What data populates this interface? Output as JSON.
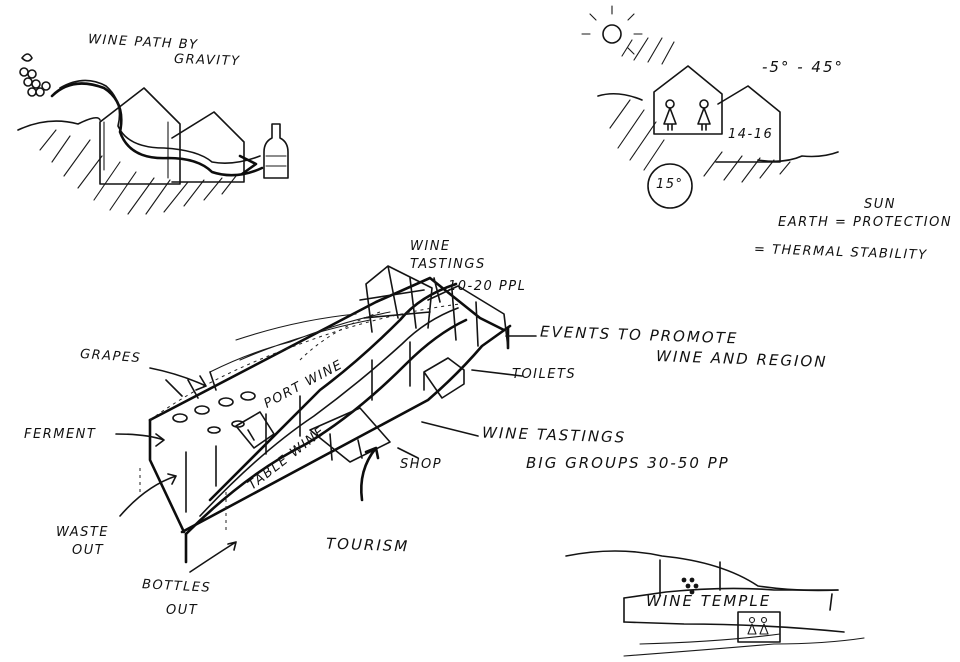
{
  "labels": {
    "wine_path": "WINE PATH BY",
    "gravity": "GRAVITY",
    "temp_range": "-5° - 45°",
    "inner_temp": "14-16",
    "ground_temp": "15°",
    "sun": "SUN",
    "earth": "EARTH = PROTECTION",
    "thermal": "= THERMAL STABILITY",
    "wine_tastings_top": "WINE",
    "tastings_top": "TASTINGS",
    "small_groups": "10-20 PPL",
    "events": "EVENTS TO PROMOTE",
    "events2": "WINE AND REGION",
    "grapes": "GRAPES",
    "toilets": "TOILETS",
    "ferment": "FERMENT",
    "wine_tastings": "WINE TASTINGS",
    "big_groups": "BIG GROUPS 30-50 PP",
    "shop": "SHOP",
    "port_wine": "PORT WINE",
    "table_wine": "TABLE WINE",
    "waste": "WASTE",
    "waste_out": "OUT",
    "tourism": "TOURISM",
    "bottles": "BOTTLES",
    "bottles_out": "OUT",
    "wine_temple": "WINE TEMPLE"
  }
}
